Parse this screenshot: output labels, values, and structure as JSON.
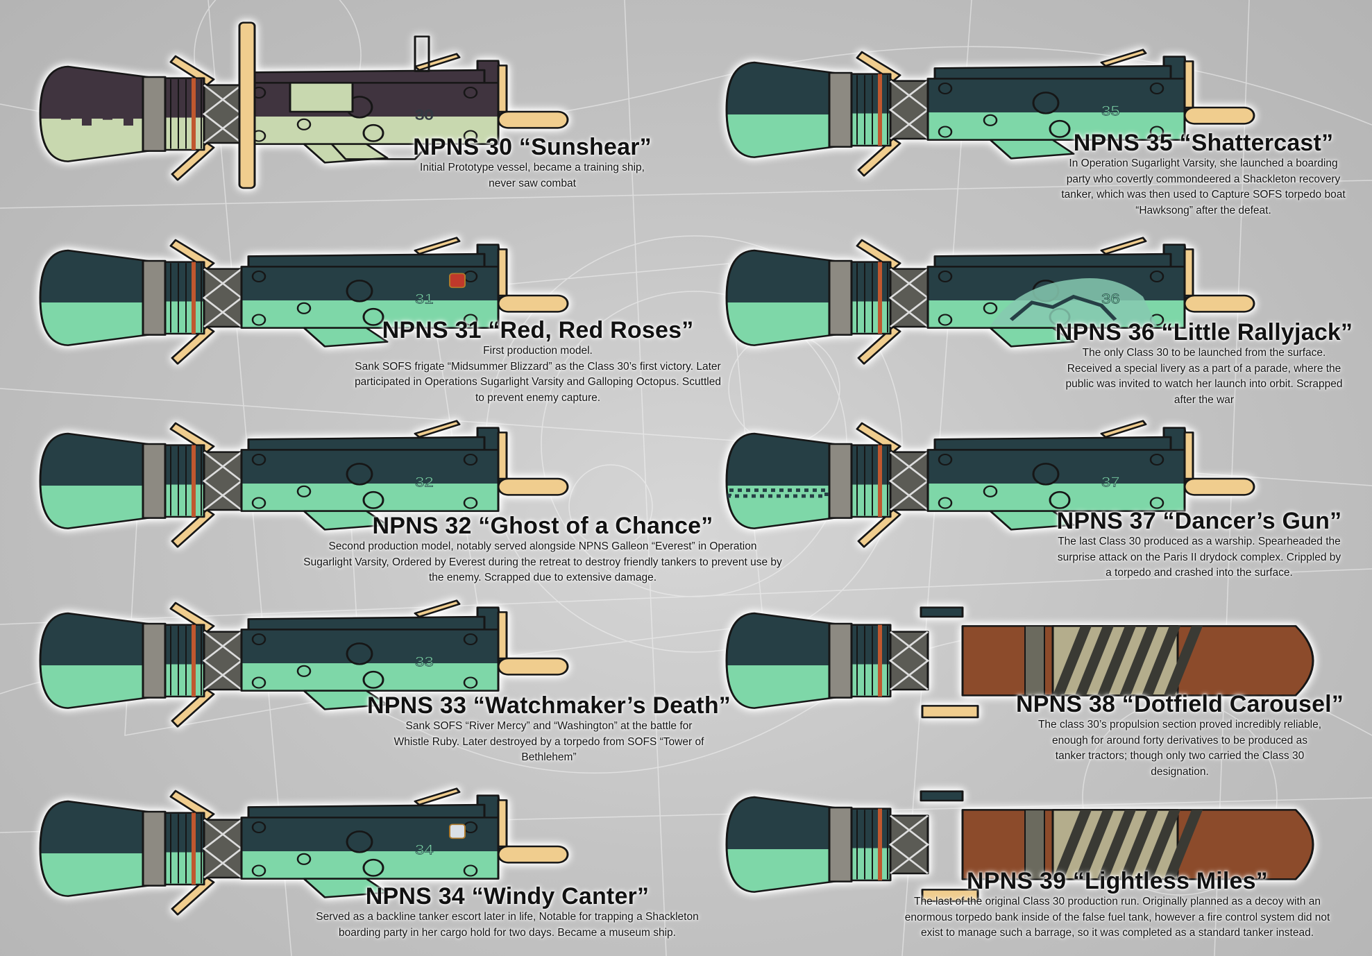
{
  "colors": {
    "dark": "#263f45",
    "green": "#7ed7a8",
    "tan": "#f0cd8e",
    "outline": "#161616",
    "grey": "#8d8a82",
    "proto_dark": "#40343f",
    "proto_light": "#c8d8af",
    "rust": "#8c4b2b",
    "stripe_dark": "#3a3a34",
    "stripe_light": "#b4ad8c"
  },
  "ships": [
    {
      "id": "30",
      "type": "prototype",
      "hull_number": "30",
      "title": "NPNS 30 “Sunshear”",
      "description": [
        "Initial Prototype vessel, became a training ship,",
        "never saw combat"
      ]
    },
    {
      "id": "35",
      "type": "warship",
      "hull_number": "35",
      "title": "NPNS 35 “Shattercast”",
      "description": [
        "In Operation Sugarlight Varsity, she launched a boarding",
        "party who covertly commondeered a Shackleton recovery",
        "tanker, which was then used to Capture SOFS torpedo boat",
        "“Hawksong” after the defeat."
      ]
    },
    {
      "id": "31",
      "type": "warship",
      "hull_number": "31",
      "emblem": "rose-crest",
      "title": "NPNS 31 “Red, Red Roses”",
      "description": [
        "First production model.",
        "Sank SOFS frigate “Midsummer Blizzard” as the Class 30’s first victory. Later",
        "participated in Operations Sugarlight Varsity and Galloping Octopus. Scuttled",
        "to prevent enemy capture."
      ]
    },
    {
      "id": "36",
      "type": "warship",
      "hull_number": "36",
      "livery": "horse-mural",
      "title": "NPNS 36 “Little Rallyjack”",
      "description": [
        "The only Class 30 to be launched from the surface.",
        "Received a special livery as a part of a parade, where the",
        "public was invited to watch her launch into orbit. Scrapped",
        "after the war"
      ]
    },
    {
      "id": "32",
      "type": "warship",
      "hull_number": "32",
      "title": "NPNS 32 “Ghost of a Chance”",
      "description": [
        "Second production model, notably served alongside NPNS Galleon “Everest” in Operation",
        "Sugarlight Varsity, Ordered by Everest during the retreat to destroy friendly tankers to prevent use by",
        "the enemy. Scrapped due to extensive damage."
      ]
    },
    {
      "id": "37",
      "type": "warship",
      "hull_number": "37",
      "livery": "checker-band",
      "title": "NPNS 37 “Dancer’s Gun”",
      "description": [
        "The last Class 30 produced as a warship. Spearheaded the",
        "surprise attack on the Paris II drydock complex. Crippled by",
        "a torpedo and crashed into the surface."
      ]
    },
    {
      "id": "33",
      "type": "warship",
      "hull_number": "33",
      "title": "NPNS 33 “Watchmaker’s Death”",
      "description": [
        "Sank SOFS “River Mercy” and “Washington” at the battle for",
        "Whistle Ruby. Later destroyed by a torpedo from SOFS “Tower of",
        "Bethlehem”"
      ]
    },
    {
      "id": "38",
      "type": "tanker",
      "title": "NPNS 38 “Dotfield Carousel”",
      "description": [
        "The class 30’s propulsion section proved incredibly reliable,",
        "enough for around forty derivatives to be produced as",
        "tanker tractors; though only two carried the Class 30",
        "designation."
      ]
    },
    {
      "id": "34",
      "type": "warship",
      "hull_number": "34",
      "emblem": "shield-crest",
      "title": "NPNS 34 “Windy Canter”",
      "description": [
        "Served as a backline tanker escort later in life, Notable for trapping a Shackleton",
        "boarding party in her cargo hold for two days. Became a museum ship."
      ]
    },
    {
      "id": "39",
      "type": "tanker",
      "title": "NPNS 39 “Lightless Miles”",
      "description": [
        "The last of the original Class 30 production run. Originally planned as a decoy with an",
        "enormous torpedo bank inside of the false fuel tank, however a fire control system did not",
        "exist to manage such a barrage, so it was completed as a standard tanker instead."
      ]
    }
  ]
}
